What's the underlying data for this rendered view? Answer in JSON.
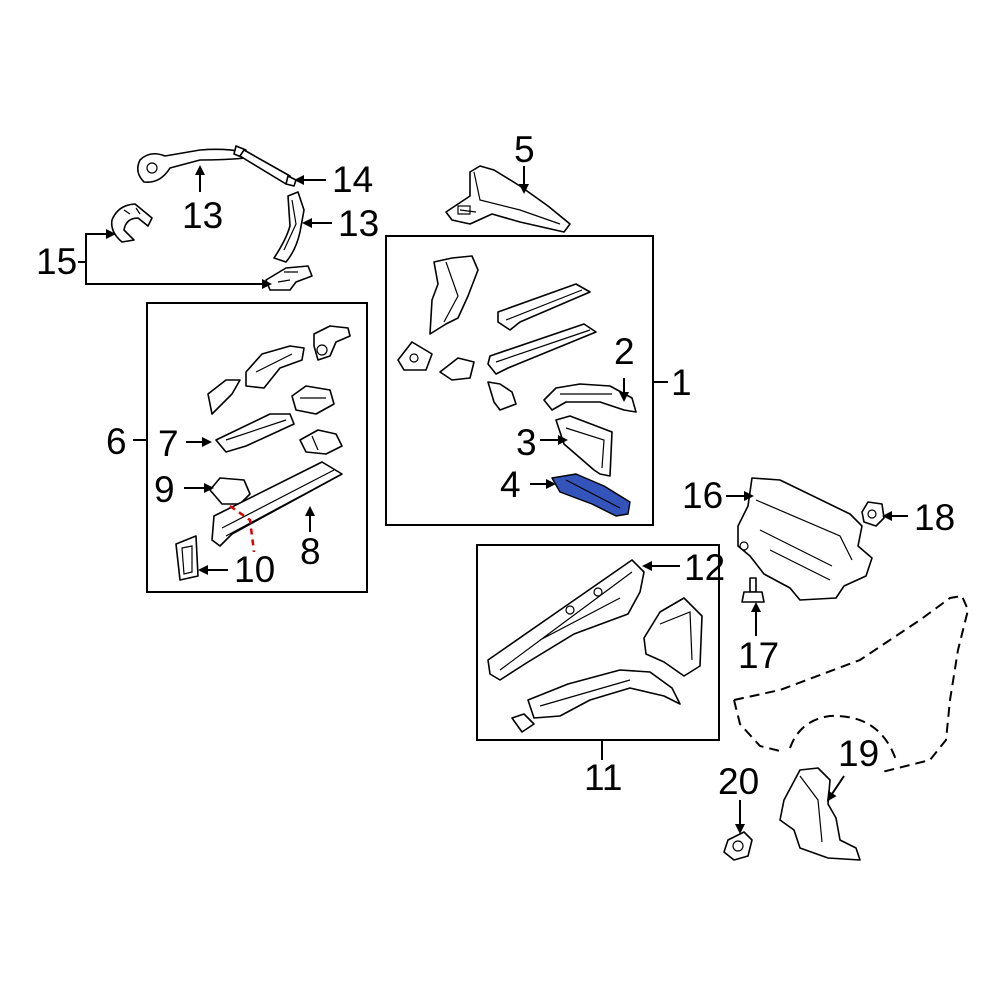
{
  "callouts": {
    "c1": "1",
    "c2": "2",
    "c3": "3",
    "c4": "4",
    "c5": "5",
    "c6": "6",
    "c7": "7",
    "c8": "8",
    "c9": "9",
    "c10": "10",
    "c11": "11",
    "c12": "12",
    "c13a": "13",
    "c13b": "13",
    "c14": "14",
    "c15": "15",
    "c16": "16",
    "c17": "17",
    "c18": "18",
    "c19": "19",
    "c20": "20"
  },
  "colors": {
    "line": "#000000",
    "highlight_part": "#3355bb",
    "marker": "#dd0000",
    "background": "#ffffff"
  }
}
